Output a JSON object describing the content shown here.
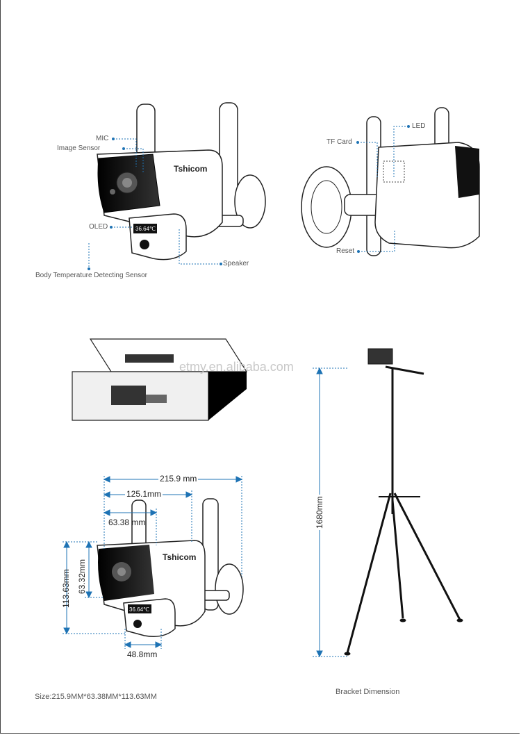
{
  "callouts_front": {
    "mic": "MIC",
    "image_sensor": "Image Sensor",
    "oled": "OLED",
    "body_temp": "Body Temperature Detecting Sensor",
    "speaker": "Speaker"
  },
  "callouts_back": {
    "tf_card": "TF Card",
    "led": "LED",
    "reset": "Reset"
  },
  "device": {
    "brand": "Tshicom",
    "display_temp": "36.64℃"
  },
  "watermark": "etmy.en.alibaba.com",
  "dimensions": {
    "width_total": "215.9 mm",
    "width_body": "125.1mm",
    "width_front": "63.38 mm",
    "height_total": "113.63mm",
    "height_front": "63.32mm",
    "depth_bottom": "48.8mm",
    "tripod_height": "1680mm"
  },
  "captions": {
    "size": "Size:215.9MM*63.38MM*113.63MM",
    "bracket": "Bracket Dimension"
  },
  "colors": {
    "accent": "#1e73b4",
    "dark": "#111111"
  }
}
